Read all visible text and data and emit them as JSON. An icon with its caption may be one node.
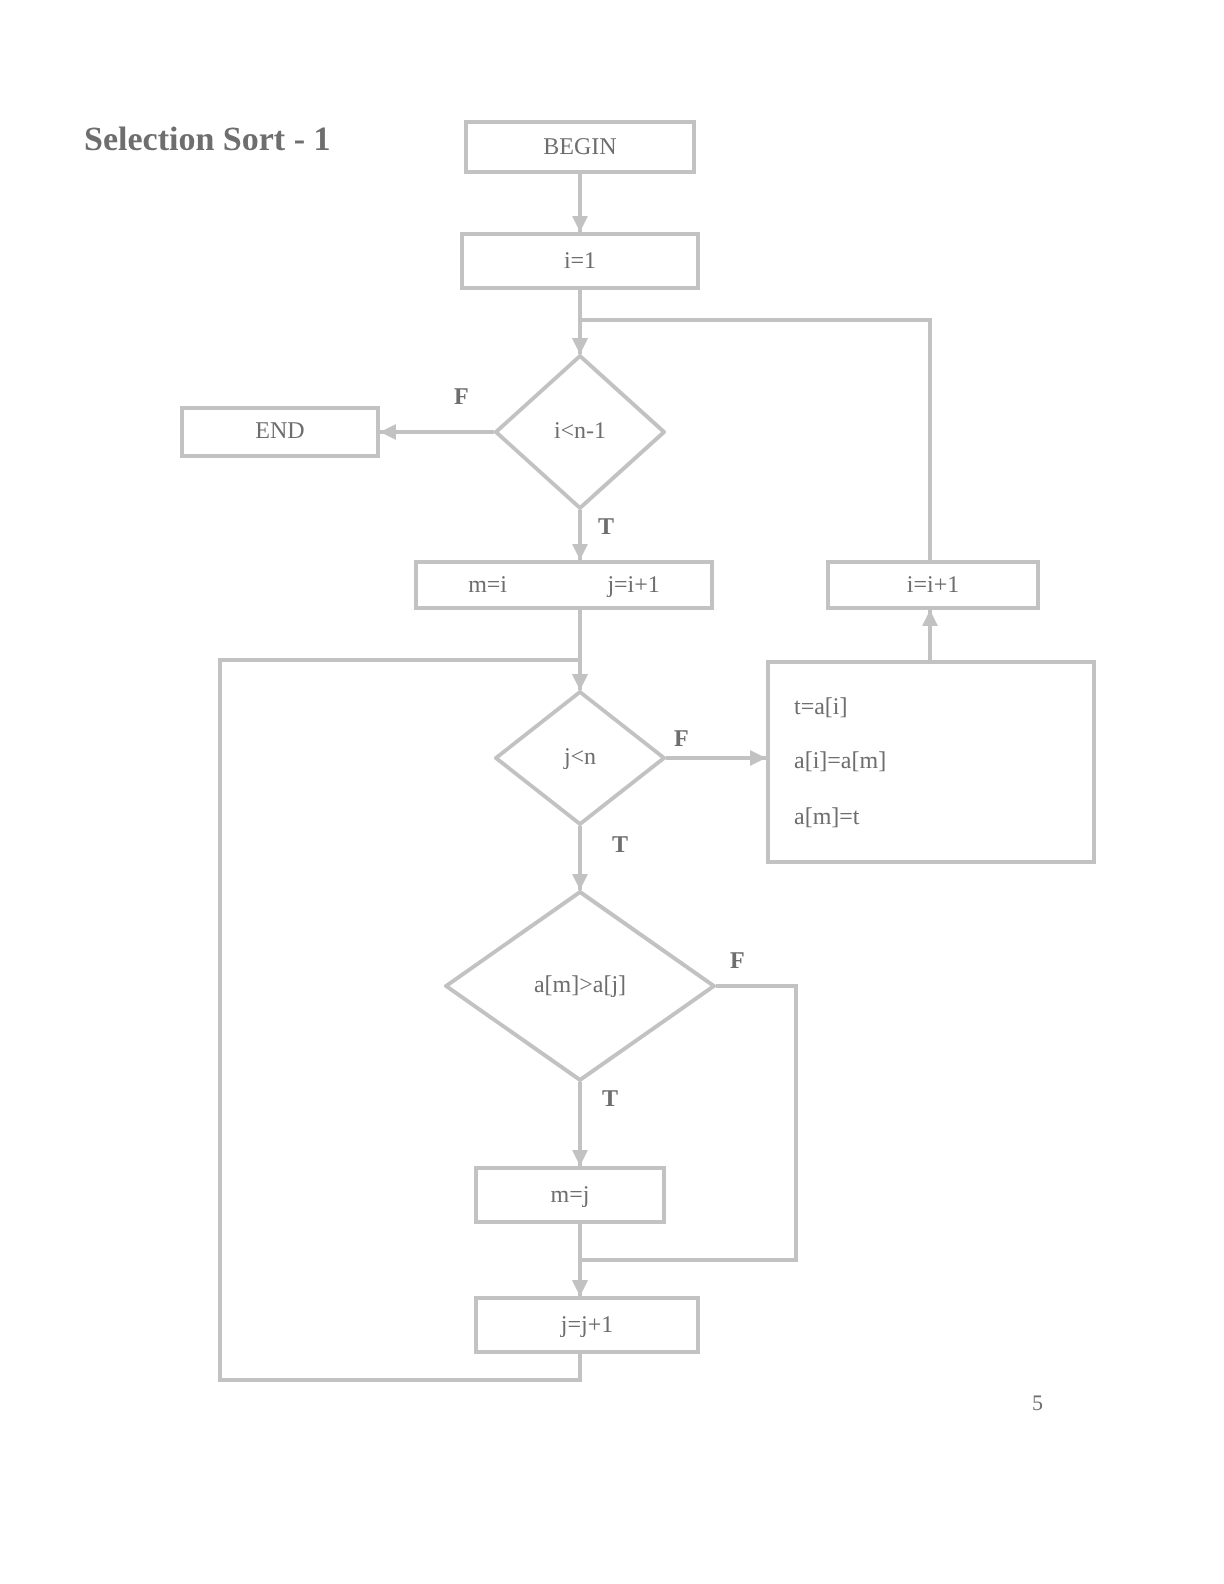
{
  "diagram": {
    "title": "Selection Sort - 1",
    "nodes": [
      {
        "text": [
          "BEGIN"
        ]
      },
      {
        "text": [
          "i=1"
        ]
      },
      {
        "text": [
          "i<n-1"
        ]
      },
      {
        "text": [
          "END"
        ]
      },
      {
        "text": [
          "m=i",
          "j=i+1"
        ]
      },
      {
        "text": [
          "i=i+1"
        ]
      },
      {
        "text": [
          "j<n"
        ]
      },
      {
        "text": [
          "t=a[i]",
          "a[i]=a[m]",
          "a[m]=t"
        ]
      },
      {
        "text": [
          "a[m]>a[j]"
        ]
      },
      {
        "text": [
          "m=j"
        ]
      },
      {
        "text": [
          "j=j+1"
        ]
      }
    ],
    "edges": [
      {
        "from": 0,
        "to": 1,
        "arrow": "to"
      },
      {
        "from": 1,
        "to": 2,
        "arrow": "to"
      },
      {
        "from": 2,
        "to": 3,
        "arrow": "to",
        "label": "F"
      },
      {
        "from": 2,
        "to": 4,
        "arrow": "to",
        "label": "T"
      },
      {
        "from": 4,
        "to": 6,
        "arrow": "to"
      },
      {
        "from": 6,
        "to": 7,
        "arrow": "to",
        "label": "F"
      },
      {
        "from": 7,
        "to": 5,
        "arrow": "to"
      },
      {
        "from": 5,
        "to": 2,
        "arrow": "to"
      },
      {
        "from": 6,
        "to": 8,
        "arrow": "to",
        "label": "T"
      },
      {
        "from": 8,
        "to": 9,
        "arrow": "to",
        "label": "T"
      },
      {
        "from": 8,
        "to": 10,
        "arrow": "to",
        "label": "F"
      },
      {
        "from": 9,
        "to": 10,
        "arrow": "to"
      },
      {
        "from": 10,
        "to": 6,
        "arrow": "to"
      }
    ],
    "labels": [
      "5"
    ]
  }
}
